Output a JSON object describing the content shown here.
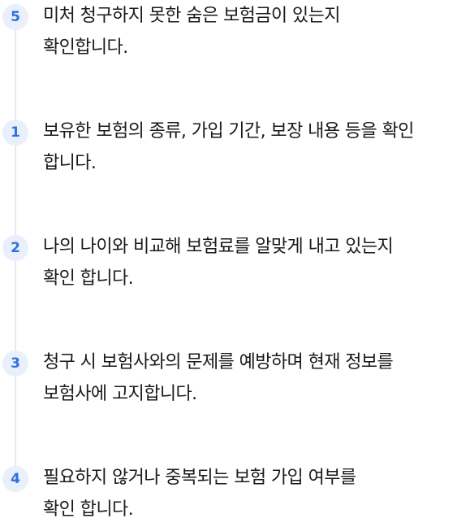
{
  "steps": [
    {
      "number": "1",
      "lines": [
        "보유한 보험의 종류, 가입 기간, 보장 내용 등을 확인",
        "합니다."
      ]
    },
    {
      "number": "2",
      "lines": [
        "나의 나이와 비교해 보험료를 알맞게 내고 있는지",
        "확인 합니다."
      ]
    },
    {
      "number": "3",
      "lines": [
        "청구 시 보험사와의 문제를 예방하며 현재 정보를",
        "보험사에 고지합니다."
      ]
    },
    {
      "number": "4",
      "lines": [
        "필요하지 않거나 중복되는 보험 가입 여부를",
        "확인 합니다."
      ]
    },
    {
      "number": "5",
      "lines": [
        "미처 청구하지 못한 숨은 보험금이 있는지",
        "확인합니다."
      ]
    }
  ],
  "colors": {
    "badge_bg": "#e9f0fb",
    "badge_text": "#2f6fe0",
    "timeline": "#e6eaf2",
    "text": "#1a1a1a"
  }
}
